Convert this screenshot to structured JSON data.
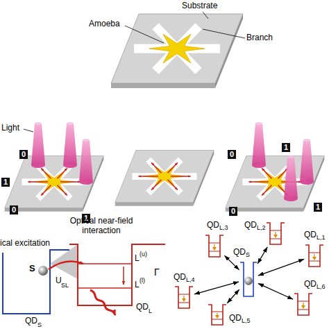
{
  "diagram": {
    "nodes": [
      {
        "text": [
          "QD",
          "S"
        ]
      },
      {
        "text": [
          "QD",
          "L,1"
        ]
      },
      {
        "text": [
          "QD",
          "L,2"
        ]
      },
      {
        "text": [
          "QD",
          "L,3"
        ]
      },
      {
        "text": [
          "QD",
          "L,4"
        ]
      },
      {
        "text": [
          "QD",
          "L,5"
        ]
      },
      {
        "text": [
          "QD",
          "L,6"
        ]
      }
    ],
    "edges": [
      {
        "from": 0,
        "to": 1,
        "arrow": "both"
      },
      {
        "from": 0,
        "to": 2,
        "arrow": "both"
      },
      {
        "from": 0,
        "to": 3,
        "arrow": "both"
      },
      {
        "from": 0,
        "to": 4,
        "arrow": "both"
      },
      {
        "from": 0,
        "to": 5,
        "arrow": "both"
      },
      {
        "from": 0,
        "to": 6,
        "arrow": "both"
      }
    ],
    "labels": [
      "Substrate",
      "Amoeba",
      "Branch",
      "Light",
      "0",
      "1",
      "0",
      "1",
      "0",
      "1",
      "0",
      "1",
      "Optical near-field interaction",
      "ical excitation",
      "S",
      "U",
      "SL",
      "L",
      "(u)",
      "L",
      "(l)",
      "Γ",
      "QD",
      "S",
      "QD",
      "L"
    ]
  }
}
